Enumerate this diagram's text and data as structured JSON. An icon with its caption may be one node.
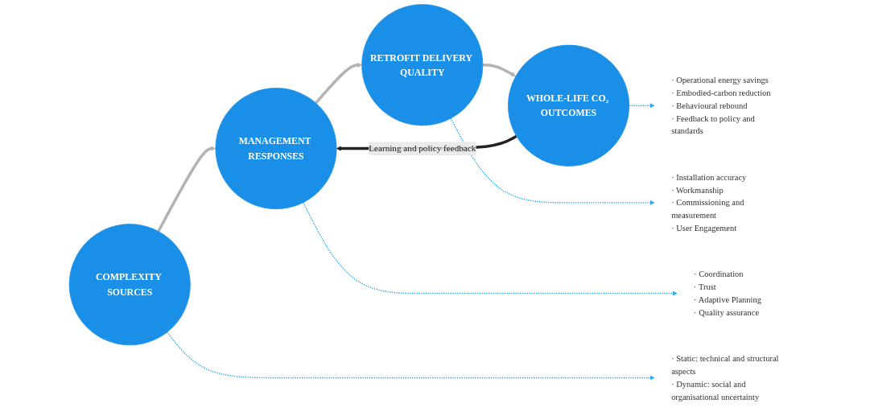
{
  "diagram": {
    "nodes": [
      {
        "text": [
          "· Static: technical and structural aspects",
          "· Dynamic: social and organisational uncertainty"
        ]
      },
      {
        "text": [
          "· Coordination",
          "· Trust",
          "· Adaptive Planning",
          "· Quality assurance"
        ]
      },
      {
        "text": [
          "· Installation accuracy",
          "· Workmanship",
          "· Commissioning and measurement",
          "· User Engagement"
        ]
      },
      {
        "text": [
          "· Operational energy savings",
          "· Embodied-carbon reduction",
          "· Behavioural rebound",
          "· Feedback to policy and standards"
        ]
      },
      {
        "text": [
          "COMPLEXITY SOURCES"
        ]
      },
      {
        "text": [
          "MANAGEMENT RESPONSES"
        ]
      },
      {
        "text": [
          "RETROFIT DELIVERY QUALITY"
        ]
      },
      {
        "text": [
          "WHOLE-LIFE CO₂ OUTCOMES"
        ]
      }
    ],
    "edges": [
      {
        "from": 4,
        "to": 5,
        "arrow": "to",
        "style": "thick",
        "color": "#b3b3b3"
      },
      {
        "from": 5,
        "to": 6,
        "arrow": "to",
        "style": "thick",
        "color": "#b3b3b3"
      },
      {
        "from": 6,
        "to": 7,
        "arrow": "to",
        "style": "thick",
        "color": "#b3b3b3"
      },
      {
        "from": 4,
        "to": 0,
        "arrow": "to",
        "style": "dashed"
      },
      {
        "from": 5,
        "to": 1,
        "arrow": "to",
        "style": "dashed"
      },
      {
        "from": 6,
        "to": 2,
        "arrow": "to",
        "style": "dashed"
      },
      {
        "from": 7,
        "to": 3,
        "arrow": "to",
        "style": "dashed"
      },
      {
        "from": 7,
        "to": 5,
        "arrow": "to",
        "label": "Learning and policy feedback",
        "style": "thick",
        "color": "#222222"
      }
    ]
  }
}
